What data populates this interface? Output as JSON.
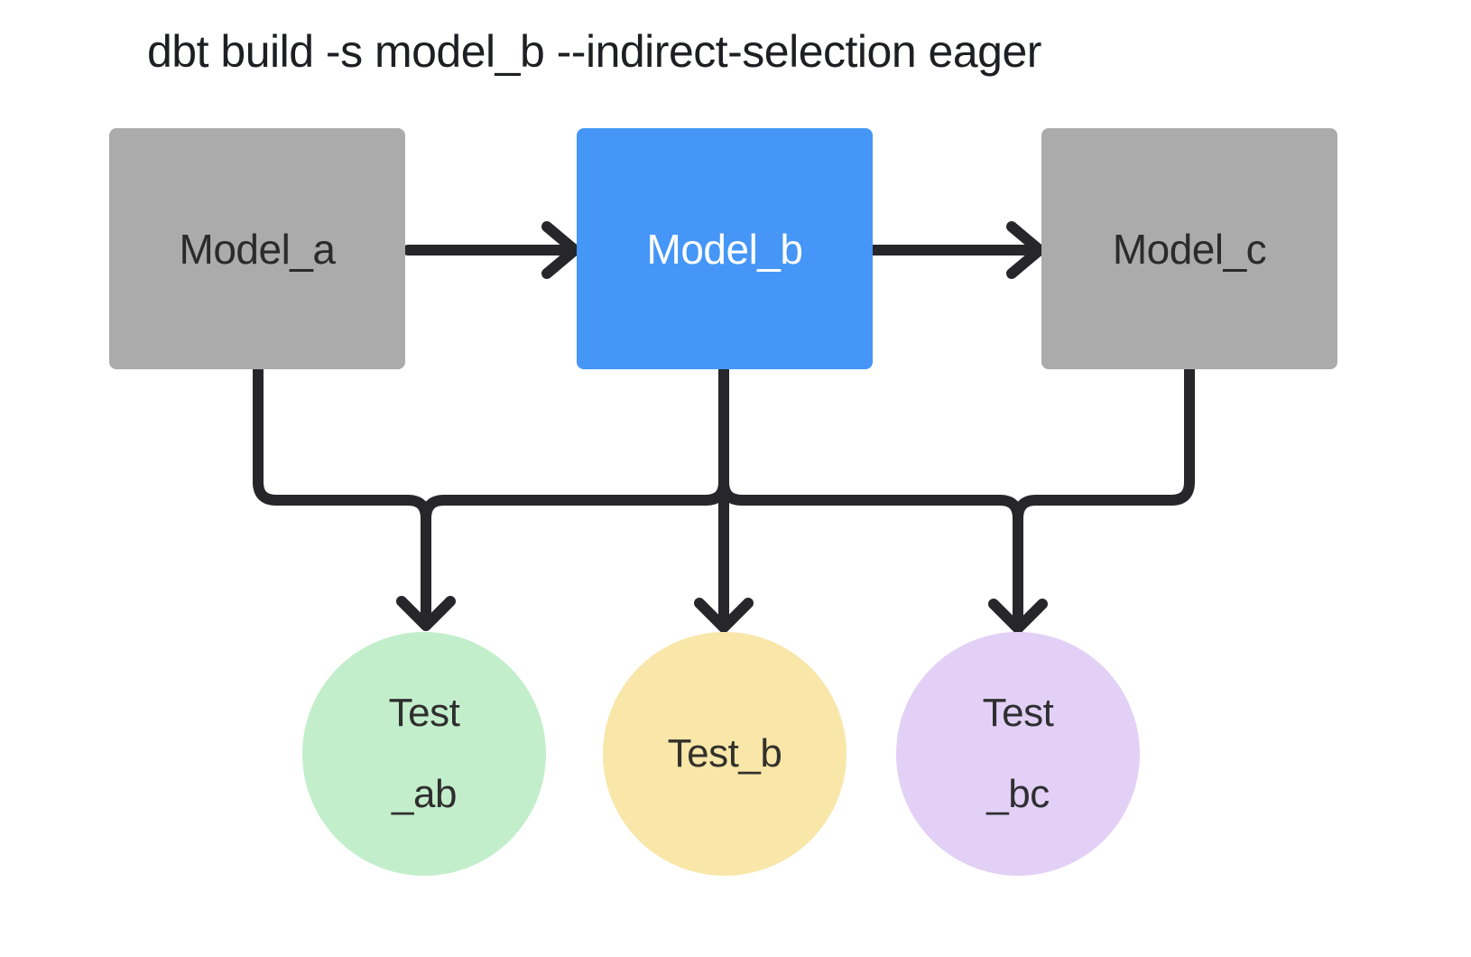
{
  "title": "dbt build -s model_b --indirect-selection eager",
  "colors": {
    "background": "#ffffff",
    "connector": "#26262b",
    "title_text": "#1e1f23"
  },
  "nodes": {
    "model_a": {
      "label": "Model_a",
      "fill": "#ababab",
      "text_color": "#2b2b2b"
    },
    "model_b": {
      "label": "Model_b",
      "fill": "#4596f7",
      "text_color": "#ffffff"
    },
    "model_c": {
      "label": "Model_c",
      "fill": "#ababab",
      "text_color": "#2b2b2b"
    },
    "test_ab": {
      "label_lines": [
        "Test",
        "_ab"
      ],
      "fill": "#c3eecb",
      "text_color": "#2f2f2f"
    },
    "test_b": {
      "label_lines": [
        "Test_b"
      ],
      "fill": "#f8e7a9",
      "text_color": "#33312b"
    },
    "test_bc": {
      "label_lines": [
        "Test",
        "_bc"
      ],
      "fill": "#e3d0f6",
      "text_color": "#2f2f31"
    }
  },
  "edges": [
    {
      "from": "model_a",
      "to": "model_b",
      "arrow": true
    },
    {
      "from": "model_b",
      "to": "model_c",
      "arrow": true
    },
    {
      "from": "model_a",
      "to": "test_ab",
      "arrow": true
    },
    {
      "from": "model_b",
      "to": "test_ab",
      "arrow": true
    },
    {
      "from": "model_b",
      "to": "test_b",
      "arrow": true
    },
    {
      "from": "model_b",
      "to": "test_bc",
      "arrow": true
    },
    {
      "from": "model_c",
      "to": "test_bc",
      "arrow": true
    }
  ]
}
